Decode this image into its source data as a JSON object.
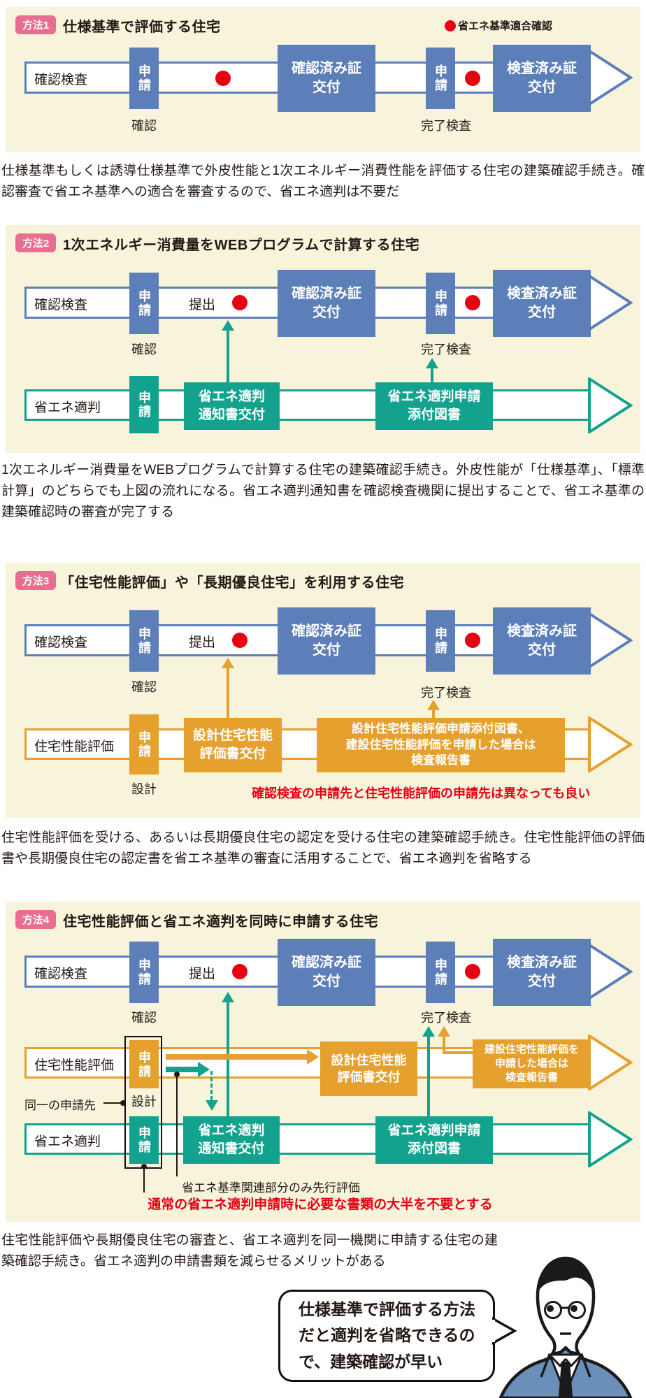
{
  "colors": {
    "blue": "#5c7fba",
    "teal": "#13a28e",
    "orange": "#e5a02d",
    "pink": "#e96d8f",
    "cream": "#f8f4dc",
    "red": "#e60012",
    "ink": "#231815",
    "suit": "#6a90ba"
  },
  "legend": {
    "label": "省エネ基準適合確認"
  },
  "labels": {
    "shinsei": "申請",
    "kakunin": "確認",
    "teishutsu": "提出",
    "kanryo_kensa": "完了検査",
    "kakunin_kensa": "確認検査",
    "kakunin_zumi": "確認済み証\n交付",
    "kensa_zumi": "検査済み証\n交付",
    "shoene_tekihan": "省エネ適判",
    "tsuchisho": "省エネ適判\n通知書交付",
    "tenpu_tosho": "省エネ適判申請\n添付図書",
    "jutaku_hyoka": "住宅性能評価",
    "sekkei": "設計",
    "sekkei_kofu": "設計住宅性能\n評価書交付",
    "hyoka_tenpu_long": "設計住宅性能評価申請添付図書、\n建設住宅性能評価を申請した場合は\n検査報告書",
    "kensetsu_hokokusho": "建設住宅性能評価を\n申請した場合は\n検査報告書",
    "douitsu": "同一の申請先",
    "senko": "省エネ基準関連部分のみ先行評価"
  },
  "panels": [
    {
      "badge": "方法1",
      "title": "仕様基準で評価する住宅",
      "caption": "仕様基準もしくは誘導仕様基準で外皮性能と1次エネルギー消費性能を評価する住宅の建築確認手続き。確認審査で省エネ基準への適合を審査するので、省エネ適判は不要だ"
    },
    {
      "badge": "方法2",
      "title": "1次エネルギー消費量をWEBプログラムで計算する住宅",
      "caption": "1次エネルギー消費量をWEBプログラムで計算する住宅の建築確認手続き。外皮性能が「仕様基準」、「標準計算」のどちらでも上図の流れになる。省エネ適判通知書を確認検査機関に提出することで、省エネ基準の建築確認時の審査が完了する"
    },
    {
      "badge": "方法3",
      "title": "「住宅性能評価」や「長期優良住宅」を利用する住宅",
      "red_note": "確認検査の申請先と住宅性能評価の申請先は異なっても良い",
      "caption": "住宅性能評価を受ける、あるいは長期優良住宅の認定を受ける住宅の建築確認手続き。住宅性能評価の評価書や長期優良住宅の認定書を省エネ基準の審査に活用することで、省エネ適判を省略する"
    },
    {
      "badge": "方法4",
      "title": "住宅性能評価と省エネ適判を同時に申請する住宅",
      "red_note": "通常の省エネ適判申請時に必要な書類の大半を不要とする",
      "caption": "住宅性能評価や長期優良住宅の審査と、省エネ適判を同一機関に申請する住宅の建築確認手続き。省エネ適判の申請書類を減らせるメリットがある"
    }
  ],
  "bubble": {
    "text": "仕様基準で評価する方法\nだと適判を省略できるの\nで、建築確認が早い"
  }
}
